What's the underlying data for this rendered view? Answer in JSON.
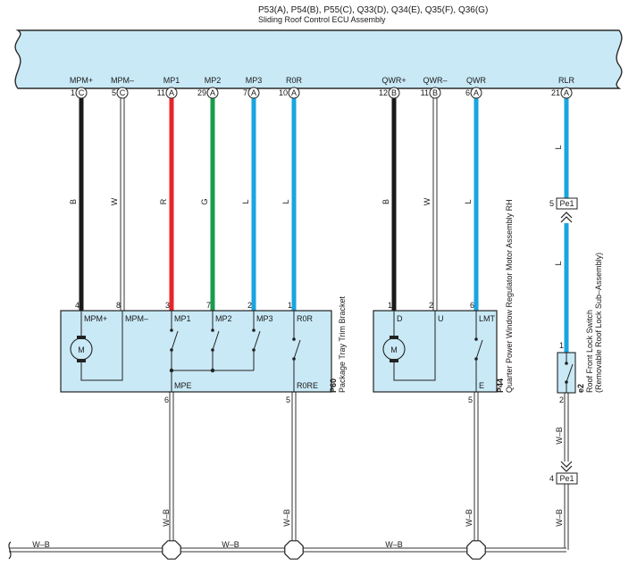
{
  "ecu": {
    "codes": "P53(A), P54(B), P55(C), Q33(D), Q34(E), Q35(F), Q36(G)",
    "name": "Sliding Roof Control ECU Assembly",
    "fill": "#c9e9f6"
  },
  "wire_colors": {
    "B": "#1a1a1a",
    "W": "#ffffff",
    "R": "#e8242a",
    "G": "#1a9c4a",
    "L": "#1aa5e0",
    "W-B": "#ffffff"
  },
  "ecu_pins": [
    {
      "name": "MPM+",
      "num": "1",
      "conn": "C",
      "color": "B"
    },
    {
      "name": "MPM–",
      "num": "5",
      "conn": "C",
      "color": "W"
    },
    {
      "name": "MP1",
      "num": "11",
      "conn": "A",
      "color": "R"
    },
    {
      "name": "MP2",
      "num": "29",
      "conn": "A",
      "color": "G"
    },
    {
      "name": "MP3",
      "num": "7",
      "conn": "A",
      "color": "L"
    },
    {
      "name": "R0R",
      "num": "10",
      "conn": "A",
      "color": "L"
    },
    {
      "name": "QWR+",
      "num": "12",
      "conn": "B",
      "color": "B"
    },
    {
      "name": "QWR–",
      "num": "11",
      "conn": "B",
      "color": "W"
    },
    {
      "name": "QWR",
      "num": "6",
      "conn": "A",
      "color": "L"
    },
    {
      "name": "RLR",
      "num": "21",
      "conn": "A",
      "color": "L"
    }
  ],
  "p60": {
    "code": "P60",
    "name": "Package Tray Trim Bracket",
    "pins_top": [
      {
        "num": "4",
        "label": "MPM+"
      },
      {
        "num": "8",
        "label": "MPM–"
      },
      {
        "num": "3",
        "label": "MP1"
      },
      {
        "num": "7",
        "label": "MP2"
      },
      {
        "num": "2",
        "label": "MP3"
      },
      {
        "num": "1",
        "label": "R0R"
      }
    ],
    "pins_bottom": [
      {
        "num": "6",
        "label": "MPE"
      },
      {
        "num": "5",
        "label": "R0RE"
      }
    ],
    "motor": "M"
  },
  "p44": {
    "code": "P44",
    "name": "Quarter Power Window Regulator Motor Assembly RH",
    "pins_top": [
      {
        "num": "1",
        "label": "D"
      },
      {
        "num": "2",
        "label": "U"
      },
      {
        "num": "6",
        "label": "LMT"
      }
    ],
    "pins_bottom": [
      {
        "num": "5",
        "label": "E"
      }
    ],
    "motor": "M"
  },
  "e2": {
    "code": "e2",
    "name": "Roof Front Lock Switch",
    "sub": "(Removable Roof Lock Sub–Assembly)",
    "pins": [
      "1",
      "2"
    ]
  },
  "connectors": {
    "upper": {
      "pin": "5",
      "name": "Pe1"
    },
    "lower": {
      "pin": "4",
      "name": "Pe1"
    }
  },
  "ground_wire": "W–B"
}
